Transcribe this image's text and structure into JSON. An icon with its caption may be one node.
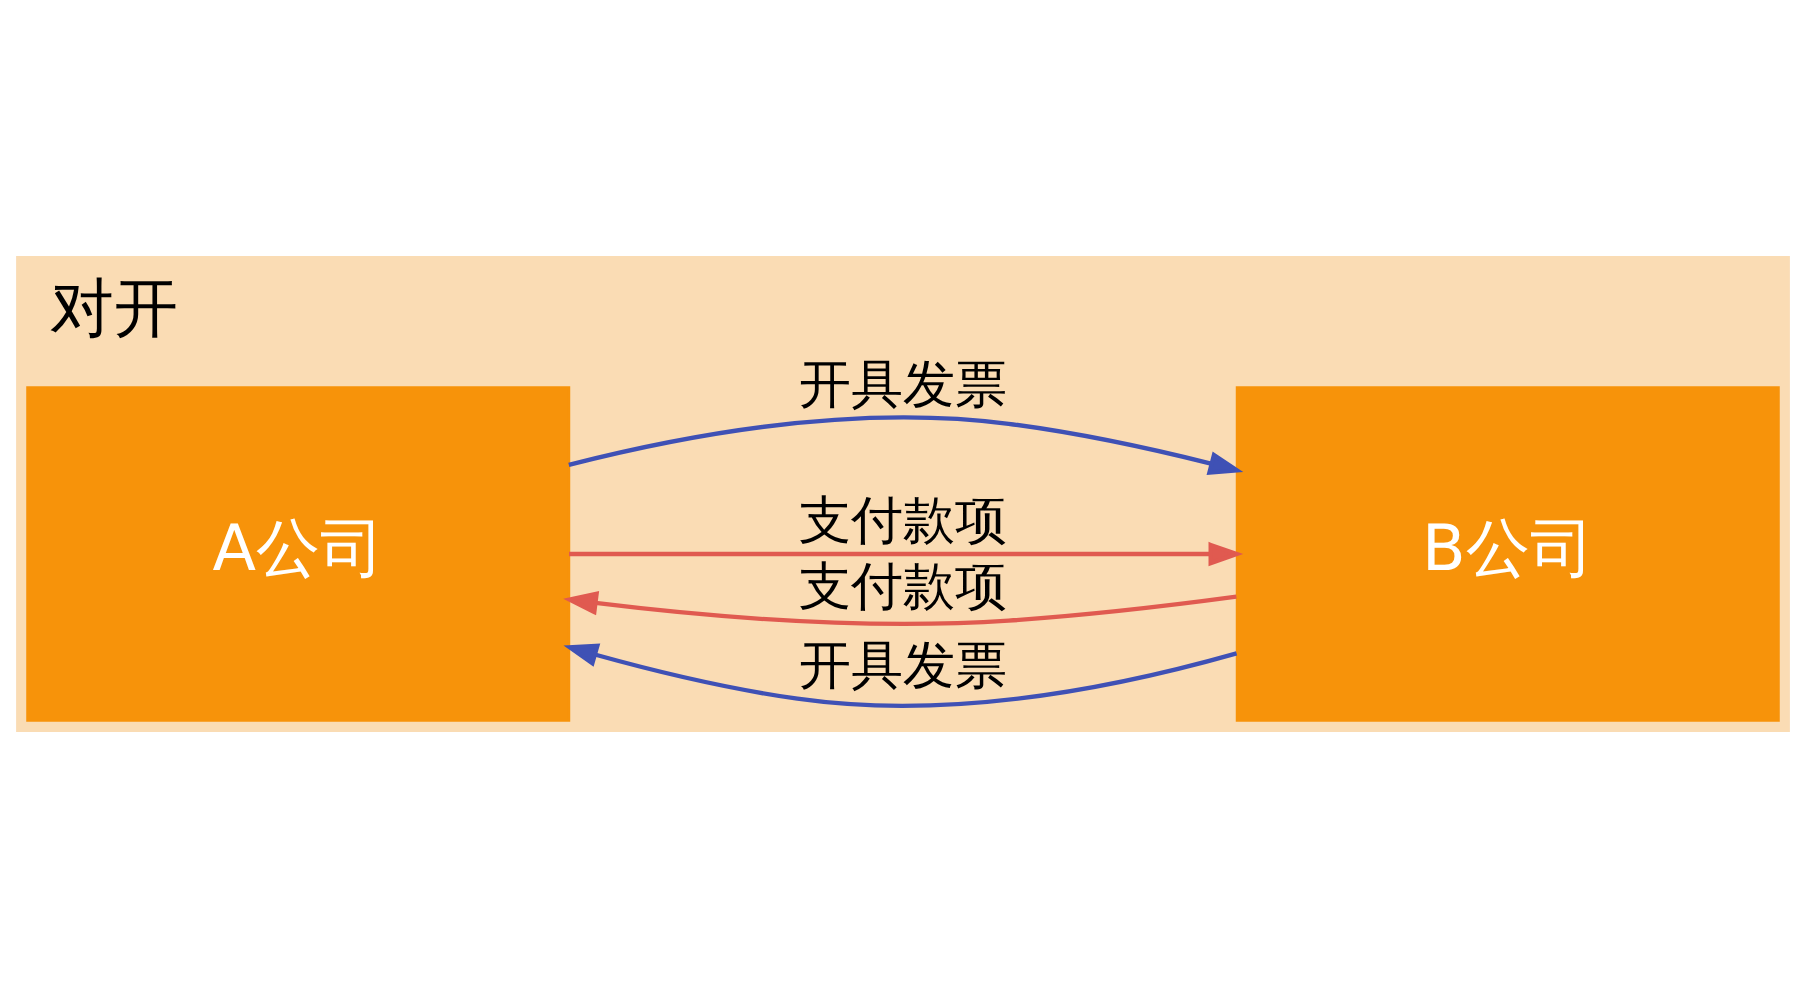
{
  "diagram": {
    "title": "对开",
    "nodes": [
      {
        "text": [
          "A公司"
        ]
      },
      {
        "text": [
          "B公司"
        ]
      }
    ],
    "edges": [
      {
        "from": 0,
        "to": 1,
        "arrow": "to",
        "label": "开具发票",
        "color": "#3f51b5"
      },
      {
        "from": 1,
        "to": 0,
        "arrow": "to",
        "label": "支付款项",
        "color": "#e05a50"
      },
      {
        "from": 1,
        "to": 0,
        "arrow": "to",
        "label": "开具发票",
        "color": "#3f51b5"
      },
      {
        "from": 0,
        "to": 1,
        "arrow": "to",
        "label": "支付款项",
        "color": "#e05a50"
      }
    ]
  }
}
